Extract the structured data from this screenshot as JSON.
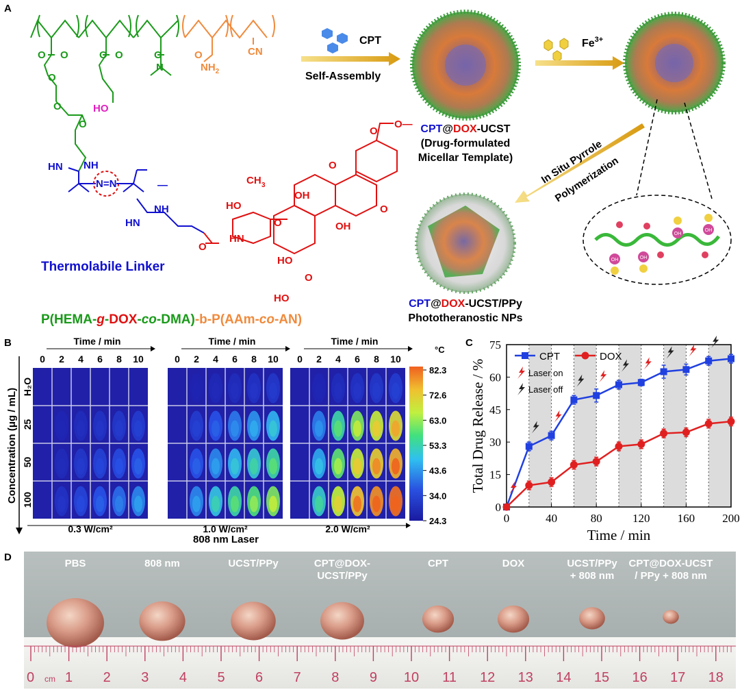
{
  "panels": {
    "a": "A",
    "b": "B",
    "c": "C",
    "d": "D"
  },
  "panelA": {
    "cpt_label": "CPT",
    "self_assembly": "Self-Assembly",
    "fe_label": "Fe",
    "fe_sup": "3+",
    "template": {
      "cpt": "CPT",
      "at": "@",
      "dox": "DOX",
      "suffix": "-UCST",
      "line2": "(Drug-formulated",
      "line3": "Micellar Template)"
    },
    "pyrrole1": "In Situ Pyrrole",
    "pyrrole2": "Polymerization",
    "nps": {
      "cpt": "CPT",
      "at": "@",
      "dox": "DOX",
      "suffix": "-UCST/PPy",
      "line2": "Phototheranostic NPs"
    },
    "linker": "Thermolabile Linker",
    "ho_label": "HO",
    "nh2_label": "NH",
    "nh2_sub": "2",
    "cn_label": "CN",
    "polymer": {
      "p1": "P(HEMA-",
      "g": "g",
      "dash1": "-",
      "dox": "DOX",
      "dash2": "-",
      "co1": "co",
      "dma": "-DMA)",
      "b": "-b-",
      "p2": "P(AAm-",
      "co2": "co",
      "an": "-AN)"
    },
    "oh_small": "OH",
    "colors": {
      "green": "#1a9a1a",
      "orange": "#f08a3c",
      "blue": "#1010d0",
      "red": "#e01010",
      "magenta": "#e020c0"
    }
  },
  "panelB": {
    "time_label": "Time / min",
    "times": [
      "0",
      "2",
      "4",
      "6",
      "8",
      "10"
    ],
    "rows": [
      "H₂O",
      "25",
      "50",
      "100"
    ],
    "ylabel": "Concentration (μg / mL)",
    "powers": [
      "0.3 W/cm²",
      "1.0 W/cm²",
      "2.0 W/cm²"
    ],
    "laser": "808 nm Laser",
    "colorbar": {
      "unit": "°C",
      "ticks": [
        "82.3",
        "72.6",
        "63.0",
        "53.3",
        "43.6",
        "34.0",
        "24.3"
      ]
    },
    "intensity": [
      [
        [
          0,
          0,
          0,
          0,
          0,
          0
        ],
        [
          0,
          0.03,
          0.06,
          0.08,
          0.1,
          0.12
        ],
        [
          0,
          0.05,
          0.1,
          0.14,
          0.17,
          0.2
        ],
        [
          0,
          0.08,
          0.15,
          0.2,
          0.25,
          0.3
        ]
      ],
      [
        [
          0,
          0.02,
          0.04,
          0.06,
          0.08,
          0.1
        ],
        [
          0,
          0.12,
          0.2,
          0.27,
          0.32,
          0.38
        ],
        [
          0,
          0.2,
          0.3,
          0.38,
          0.44,
          0.5
        ],
        [
          0,
          0.3,
          0.42,
          0.5,
          0.56,
          0.62
        ]
      ],
      [
        [
          0,
          0.03,
          0.06,
          0.08,
          0.1,
          0.12
        ],
        [
          0,
          0.28,
          0.5,
          0.62,
          0.72,
          0.78
        ],
        [
          0,
          0.36,
          0.58,
          0.72,
          0.82,
          0.88
        ],
        [
          0,
          0.45,
          0.7,
          0.85,
          0.93,
          0.98
        ]
      ]
    ]
  },
  "chart_data": {
    "type": "line",
    "xlabel": "Time / min",
    "ylabel": "Total Drug Release / %",
    "xlim": [
      0,
      200
    ],
    "ylim": [
      0,
      75
    ],
    "xticks": [
      0,
      40,
      80,
      120,
      160,
      200
    ],
    "yticks": [
      0,
      15,
      30,
      45,
      60,
      75
    ],
    "x": [
      0,
      20,
      40,
      60,
      80,
      100,
      120,
      140,
      160,
      180,
      200
    ],
    "series": [
      {
        "name": "CPT",
        "color": "#2040e0",
        "marker": "square",
        "values": [
          0,
          28,
          33,
          49.5,
          51.5,
          56.5,
          57.5,
          62.5,
          63.5,
          67.5,
          68.5
        ],
        "errors": [
          1,
          2,
          2,
          2,
          3,
          2,
          1.5,
          3,
          2.5,
          2,
          2
        ]
      },
      {
        "name": "DOX",
        "color": "#e02020",
        "marker": "circle",
        "values": [
          0,
          10,
          11.5,
          19.5,
          21,
          28,
          29,
          34,
          34.5,
          38.5,
          39.5
        ],
        "errors": [
          1,
          2,
          2,
          2,
          2,
          2,
          2,
          2,
          2,
          2,
          2
        ]
      }
    ],
    "shaded_ranges": [
      [
        20,
        40
      ],
      [
        60,
        80
      ],
      [
        100,
        120
      ],
      [
        140,
        160
      ],
      [
        180,
        200
      ]
    ],
    "laser_on": "Laser on",
    "laser_off": "Laser off"
  },
  "panelD": {
    "labels": [
      [
        "PBS"
      ],
      [
        "808 nm"
      ],
      [
        "UCST/PPy"
      ],
      [
        "CPT@DOX-",
        "UCST/PPy"
      ],
      [
        "CPT"
      ],
      [
        "DOX"
      ],
      [
        "UCST/PPy",
        "+ 808 nm"
      ],
      [
        "CPT@DOX-UCST",
        "/ PPy + 808 nm"
      ]
    ],
    "tumor_sizes": [
      1.0,
      0.8,
      0.78,
      0.76,
      0.55,
      0.55,
      0.45,
      0.28
    ],
    "ruler_cm": [
      "0",
      "cm",
      "1",
      "2",
      "3",
      "4",
      "5",
      "6",
      "7",
      "8",
      "9",
      "10",
      "11",
      "12",
      "13",
      "14",
      "15",
      "16",
      "17",
      "18"
    ]
  }
}
